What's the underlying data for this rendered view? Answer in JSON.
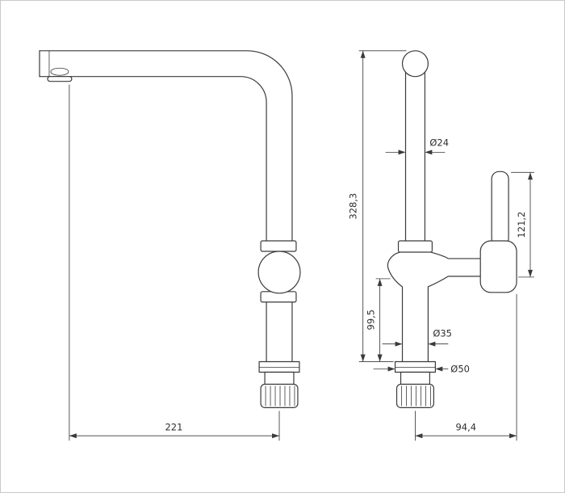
{
  "drawing": {
    "background": "#ffffff",
    "line_color": "#3a3a3a",
    "dimensions": {
      "spout_reach": "221",
      "overall_height": "328,3",
      "spout_pipe_diameter": "Ø24",
      "lever_height": "121,2",
      "body_height": "99,5",
      "riser_diameter": "Ø35",
      "base_flange_diameter": "Ø50",
      "handle_offset": "94,4"
    }
  }
}
